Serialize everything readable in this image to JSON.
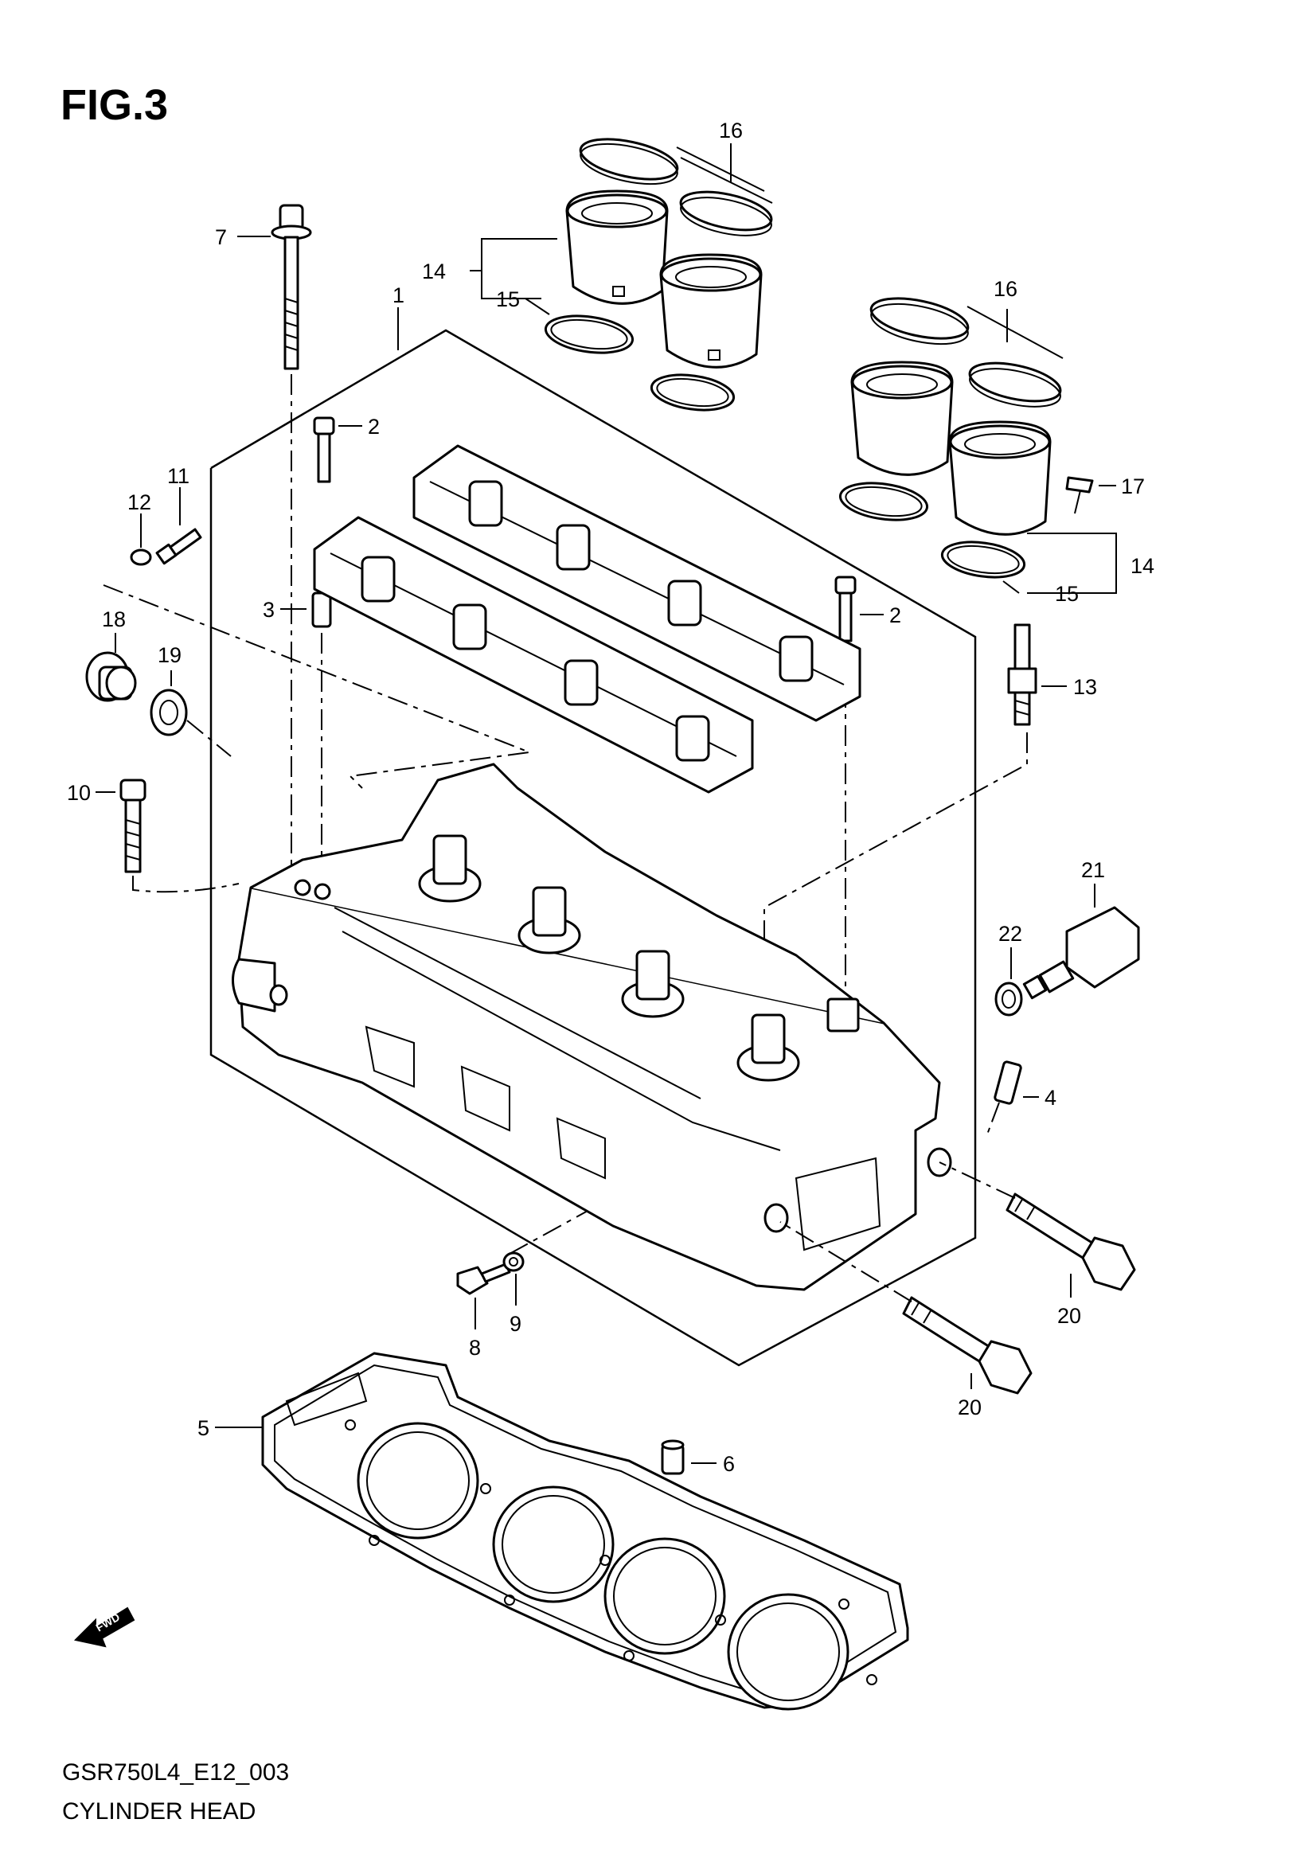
{
  "figure": {
    "title": "FIG.3"
  },
  "caption": {
    "code": "GSR750L4_E12_003",
    "name": "CYLINDER HEAD"
  },
  "fwd_label": "FWD",
  "callouts": [
    {
      "id": "c16a",
      "text": "16"
    },
    {
      "id": "c14a",
      "text": "14"
    },
    {
      "id": "c15a",
      "text": "15"
    },
    {
      "id": "c7",
      "text": "7"
    },
    {
      "id": "c1",
      "text": "1"
    },
    {
      "id": "c16b",
      "text": "16"
    },
    {
      "id": "c2a",
      "text": "2"
    },
    {
      "id": "c11",
      "text": "11"
    },
    {
      "id": "c12",
      "text": "12"
    },
    {
      "id": "c17",
      "text": "17"
    },
    {
      "id": "c14b",
      "text": "14"
    },
    {
      "id": "c15b",
      "text": "15"
    },
    {
      "id": "c18",
      "text": "18"
    },
    {
      "id": "c3",
      "text": "3"
    },
    {
      "id": "c2b",
      "text": "2"
    },
    {
      "id": "c19",
      "text": "19"
    },
    {
      "id": "c13",
      "text": "13"
    },
    {
      "id": "c10",
      "text": "10"
    },
    {
      "id": "c21",
      "text": "21"
    },
    {
      "id": "c22",
      "text": "22"
    },
    {
      "id": "c4",
      "text": "4"
    },
    {
      "id": "c20a",
      "text": "20"
    },
    {
      "id": "c9",
      "text": "9"
    },
    {
      "id": "c8",
      "text": "8"
    },
    {
      "id": "c20b",
      "text": "20"
    },
    {
      "id": "c5",
      "text": "5"
    },
    {
      "id": "c6",
      "text": "6"
    }
  ]
}
